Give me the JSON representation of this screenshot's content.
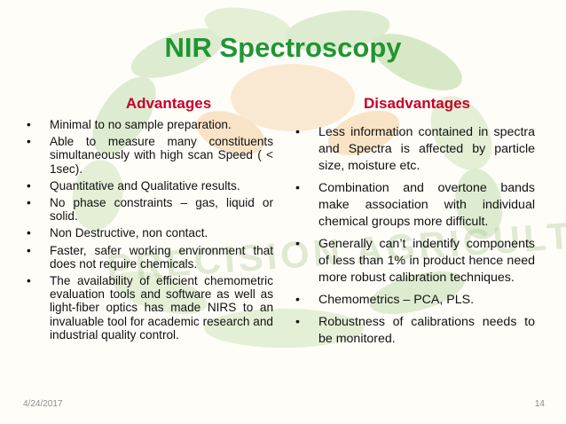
{
  "slide": {
    "title": "NIR Spectroscopy",
    "advantages_heading": "Advantages",
    "disadvantages_heading": "Disadvantages",
    "bullet_glyph": "•",
    "advantages": [
      "Minimal to no sample preparation.",
      "Able to measure many constituents simultaneously with high scan Speed ( < 1sec).",
      "Quantitative and Qualitative results.",
      "No phase constraints – gas, liquid or solid.",
      "Non Destructive, non contact.",
      "Faster, safer working environment that does not require chemicals.",
      "The availability of efficient chemometric evaluation tools and software as well as light-fiber optics has made NIRS to an invaluable tool for academic research and industrial quality control."
    ],
    "disadvantages": [
      "Less information contained in spectra and Spectra is affected by particle size, moisture etc.",
      "Combination and overtone bands make association with individual chemical groups more difficult.",
      "Generally can’t indentify components of less than 1% in product hence need more robust calibration techniques.",
      "Chemometrics – PCA, PLS.",
      "Robustness of calibrations needs to be monitored."
    ],
    "footer_date": "4/24/2017",
    "page_number": "14",
    "watermark_text": "PRECISION AGRICULTURE"
  },
  "colors": {
    "title": "#1f9632",
    "headings": "#c5002a",
    "body_text": "#111111",
    "footer": "#8c8c8c",
    "watermark_green": "#a8cf8a",
    "watermark_orange": "#f3c48d"
  }
}
